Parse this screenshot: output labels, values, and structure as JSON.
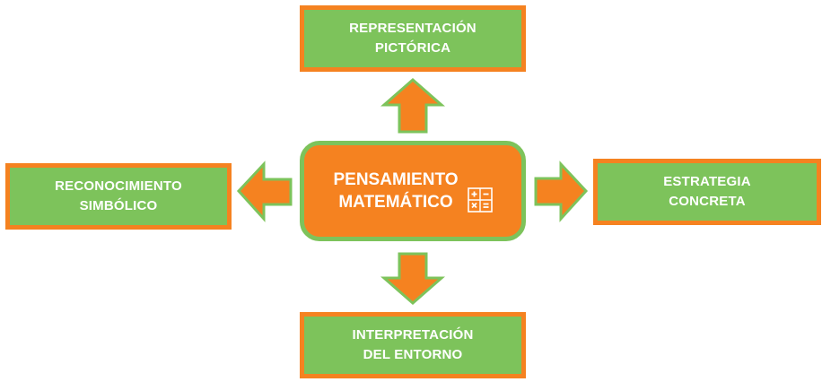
{
  "center": {
    "line1": "PENSAMIENTO",
    "line2": "MATEMÁTICO",
    "icon": "calculator-icon"
  },
  "nodes": {
    "top": {
      "line1": "REPRESENTACIÓN",
      "line2": "PICTÓRICA"
    },
    "left": {
      "line1": "RECONOCIMIENTO",
      "line2": "SIMBÓLICO"
    },
    "right": {
      "line1": "ESTRATEGIA",
      "line2": "CONCRETA"
    },
    "bottom": {
      "line1": "INTERPRETACIÓN",
      "line2": "DEL ENTORNO"
    }
  },
  "colors": {
    "orange": "#f58220",
    "green": "#7dc35b",
    "text": "#ffffff"
  }
}
